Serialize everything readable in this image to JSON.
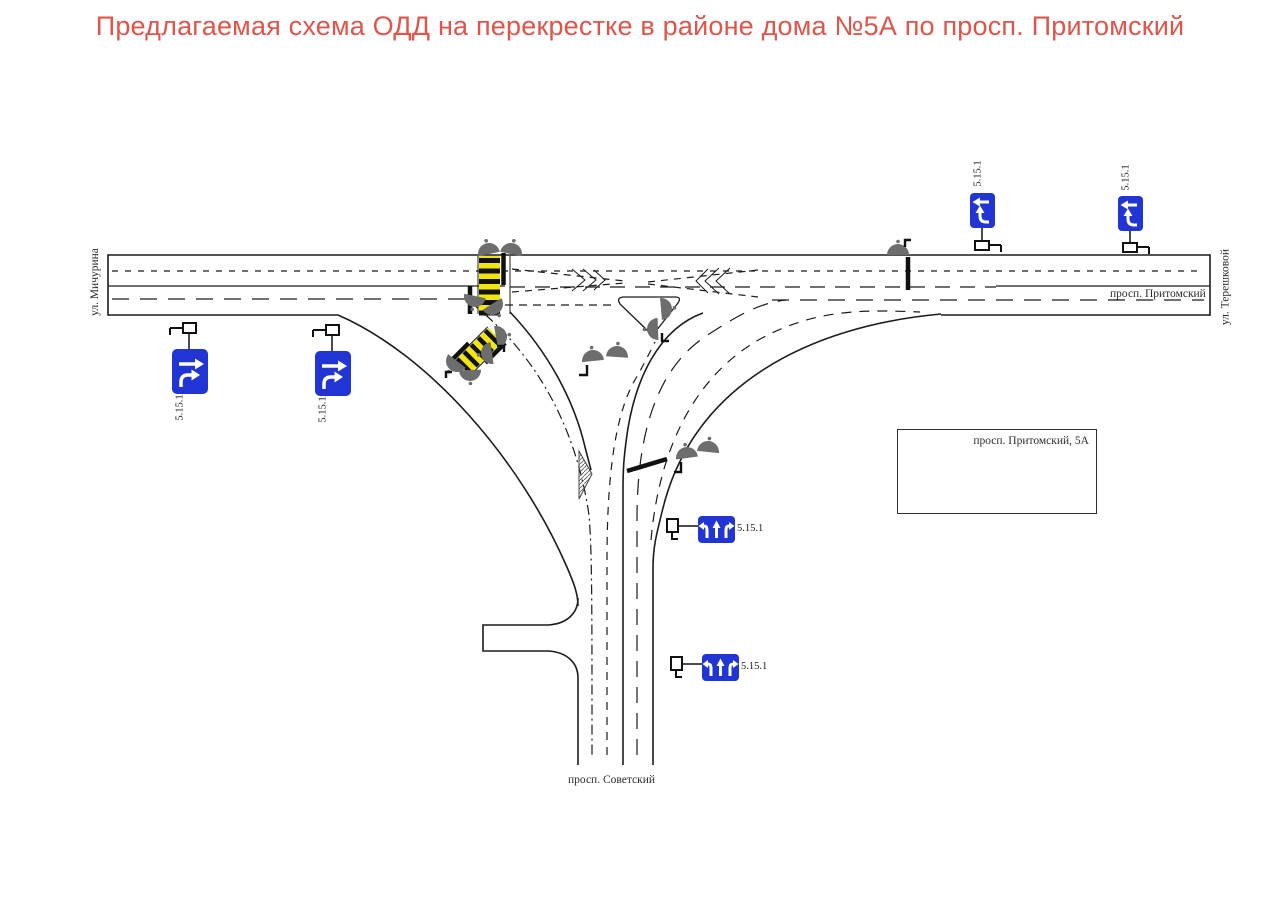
{
  "title": "Предлагаемая схема ОДД на перекрестке в районе дома №5А по просп. Притомский",
  "streets": {
    "left_vertical": "ул. Мичурина",
    "right_vertical": "ул. Терешковой",
    "horizontal_road": "просп. Притомский",
    "bottom_road": "просп. Советский"
  },
  "building": {
    "label": "просп. Притомский, 5А"
  },
  "signs": {
    "code": "5.15.1",
    "count": 6
  },
  "colors": {
    "title_red": "#e0544a",
    "sign_blue": "#2134d4",
    "crosswalk_yellow": "#f2e50c",
    "signal_gray": "#6d6d6d",
    "line_black": "#1c1c1c"
  }
}
